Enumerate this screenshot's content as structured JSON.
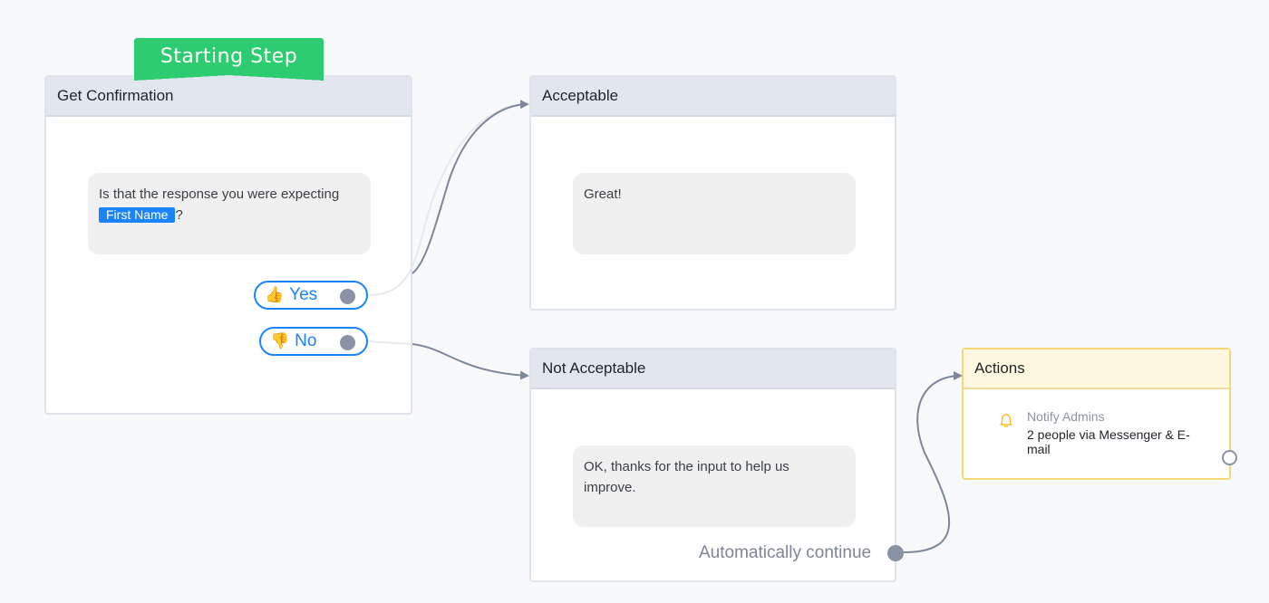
{
  "starting_tag": "Starting Step",
  "nodes": {
    "get_confirmation": {
      "title": "Get Confirmation",
      "message_text": "Is that the response you were expecting",
      "variable": "First Name",
      "message_suffix": "?",
      "replies": [
        {
          "emoji": "👍",
          "label": "Yes"
        },
        {
          "emoji": "👎",
          "label": "No"
        }
      ]
    },
    "acceptable": {
      "title": "Acceptable",
      "message": "Great!"
    },
    "not_acceptable": {
      "title": "Not Acceptable",
      "message": "OK, thanks for the input to help us improve.",
      "continue_label": "Automatically continue"
    },
    "actions": {
      "title": "Actions",
      "item_title": "Notify Admins",
      "item_desc": "2 people via Messenger & E-mail",
      "icon": "bell-icon"
    }
  },
  "colors": {
    "start_green": "#2ecc71",
    "reply_blue": "#1a84ff",
    "connector": "#7d879b",
    "actions_border": "#f7d774"
  }
}
